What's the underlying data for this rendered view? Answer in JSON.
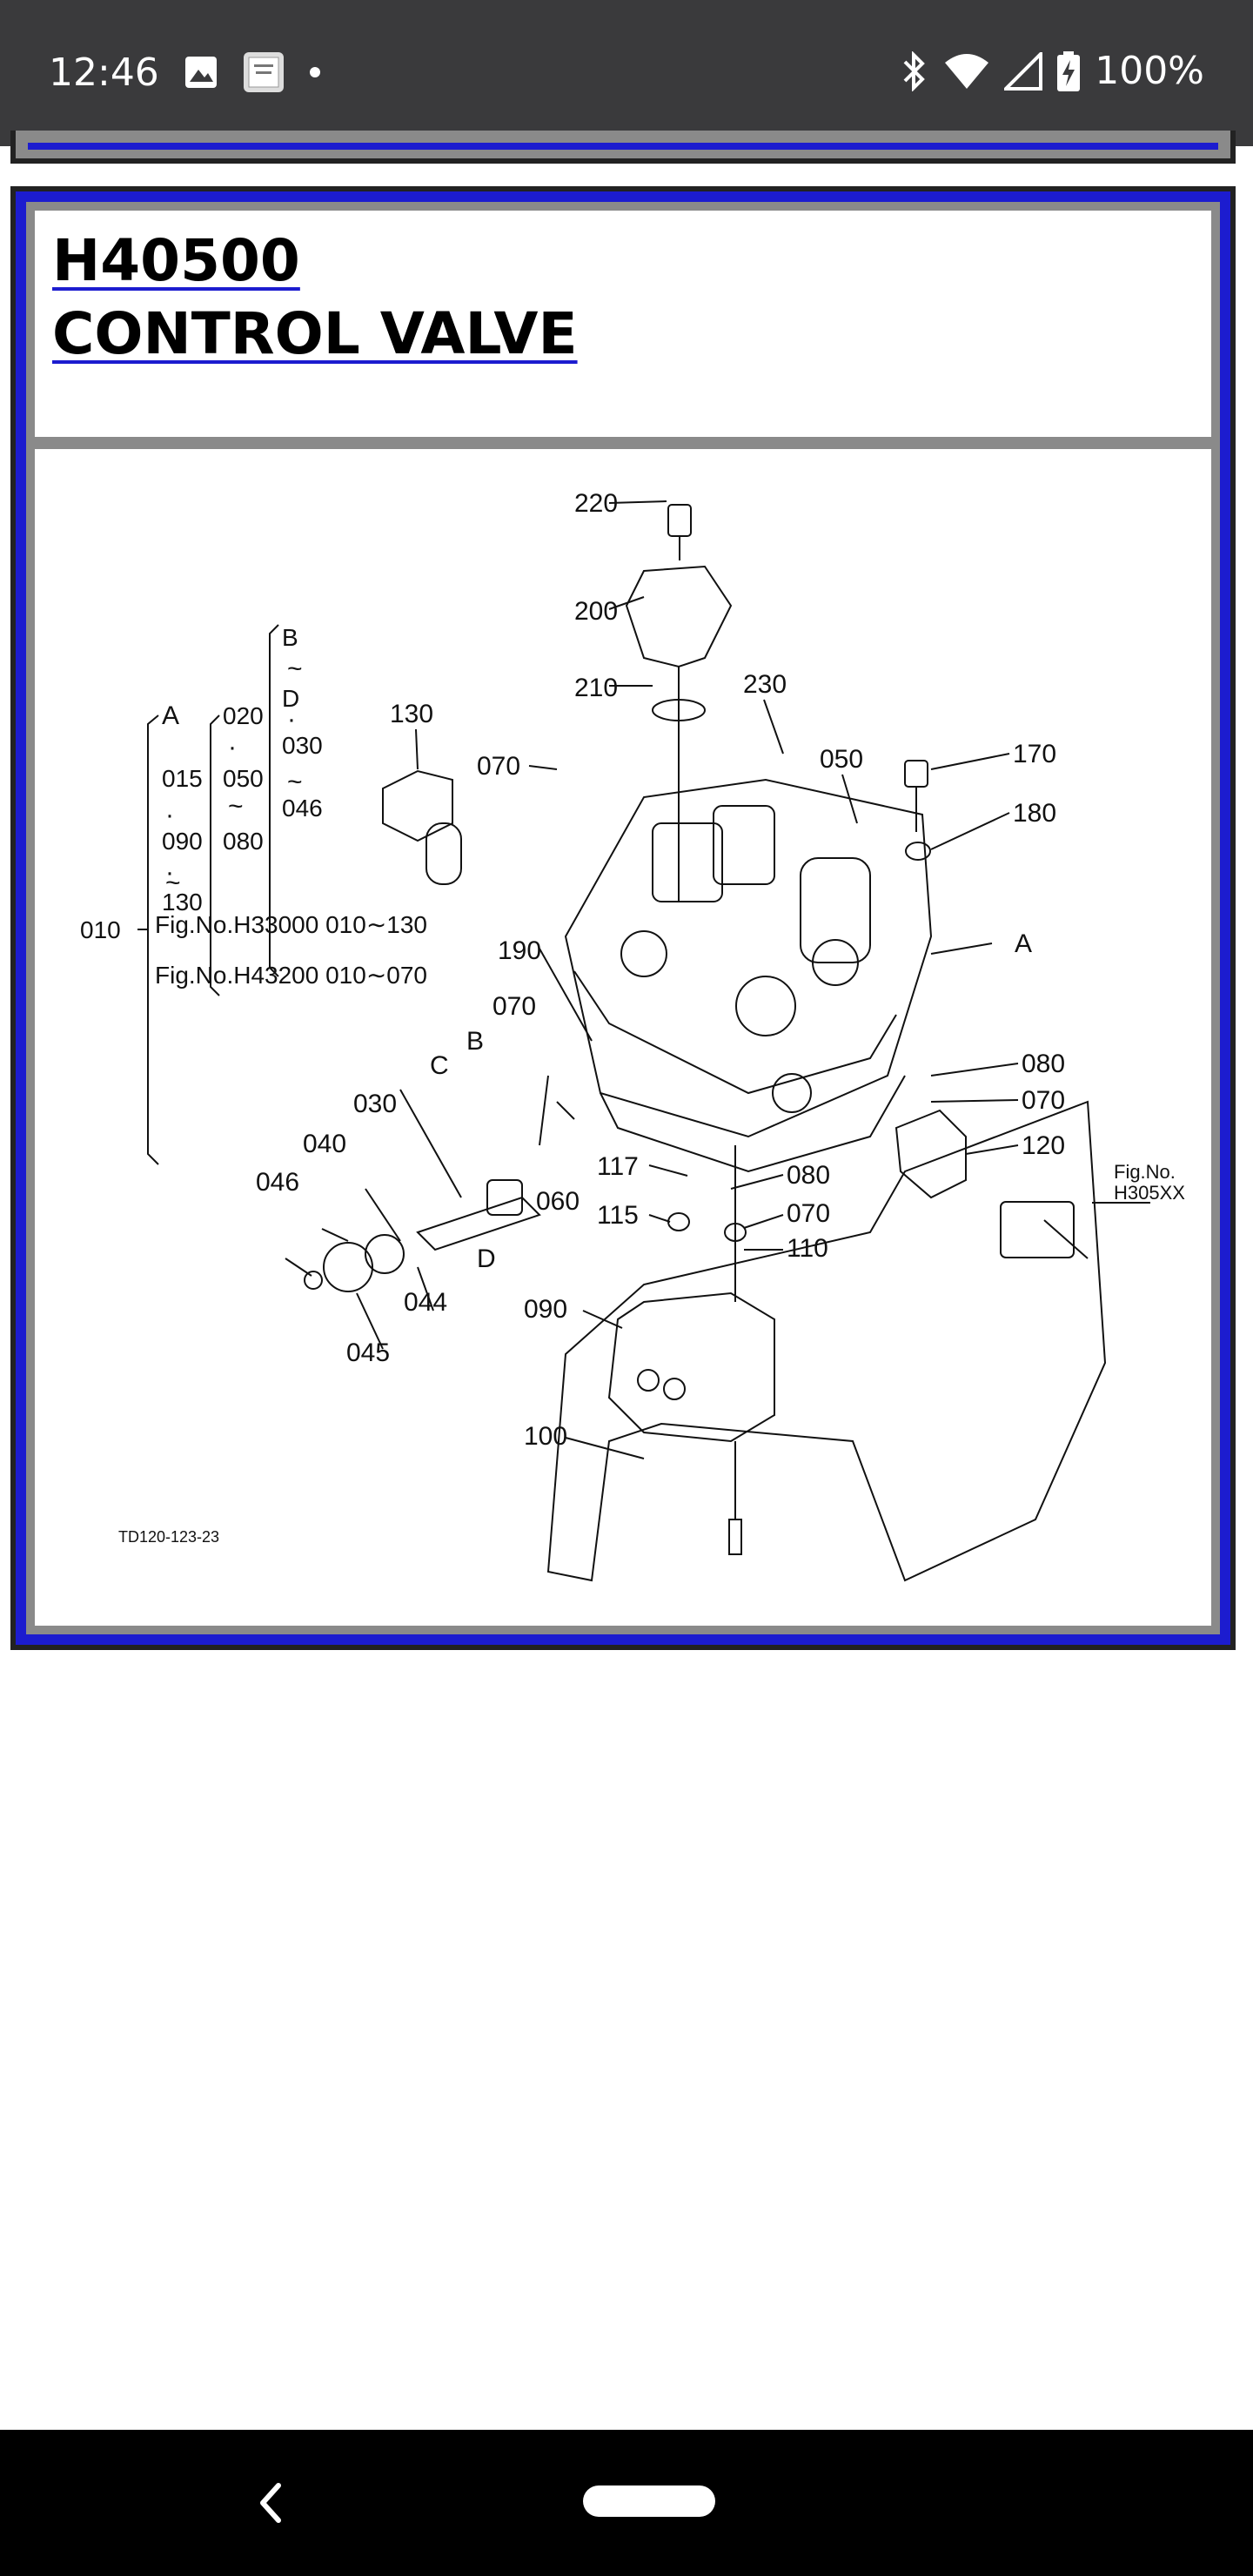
{
  "status_bar": {
    "time": "12:46",
    "battery": "100%",
    "icons": [
      "image-icon",
      "holy-bible-app-icon",
      "dot-icon",
      "bluetooth-icon",
      "wifi-icon",
      "signal-icon",
      "battery-charging-icon"
    ]
  },
  "header": {
    "code": "H40500",
    "name": "CONTROL VALVE"
  },
  "diagram": {
    "part_labels": [
      "220",
      "200",
      "210",
      "230",
      "130",
      "070",
      "050",
      "170",
      "180",
      "190",
      "070",
      "080",
      "070",
      "120",
      "117",
      "080",
      "115",
      "070",
      "110",
      "060",
      "030",
      "040",
      "046",
      "044",
      "045",
      "090",
      "100",
      "A",
      "B",
      "C",
      "D",
      "A"
    ],
    "legend": {
      "group_010": "010",
      "col1": [
        "A",
        "015",
        "090",
        "130"
      ],
      "col2": [
        "020",
        "050",
        "080"
      ],
      "col3": [
        "B",
        "D",
        "030",
        "046"
      ],
      "ref1": "Fig.No.H33000  010∼130",
      "ref2": "Fig.No.H43200  010∼070"
    },
    "fig_ref_line1": "Fig.No.",
    "fig_ref_line2": "H305XX",
    "drawing_id": "TD120-123-23"
  },
  "colors": {
    "status_bar": "#3a3a3c",
    "frame_blue": "#1c1ccf",
    "frame_gray": "#8a8a8a",
    "nav_bar": "#000000"
  }
}
